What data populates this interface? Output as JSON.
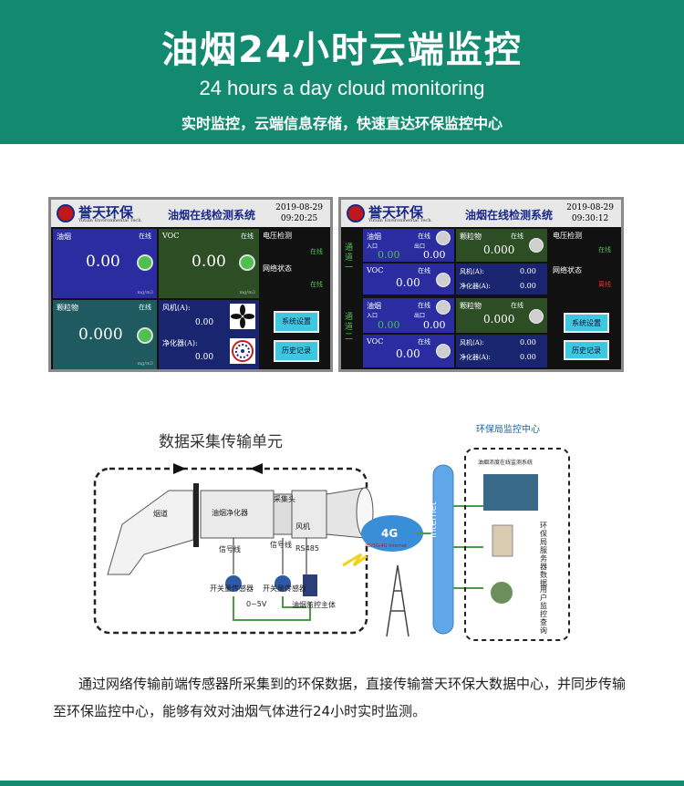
{
  "header": {
    "title": "油烟24小时云端监控",
    "subtitle_en": "24 hours a day cloud monitoring",
    "tagline": "实时监控，云端信息存储，快速直达环保监控中心"
  },
  "screen_left": {
    "brand": "誉天环保",
    "brand_sub": "Yutian Environmental Tech.",
    "system_title": "油烟在线检测系统",
    "date": "2019-08-29",
    "time": "09:20:25",
    "oil_label": "油烟",
    "oil_status": "在线",
    "oil_value": "0.00",
    "oil_unit": "mg/m3",
    "voc_label": "VOC",
    "voc_status": "在线",
    "voc_value": "0.00",
    "voc_unit": "mg/m3",
    "pm_label": "颗粒物",
    "pm_status": "在线",
    "pm_value": "0.000",
    "pm_unit": "mg/m3",
    "fan_label": "风机(A):",
    "fan_value": "0.00",
    "purifier_label": "净化器(A):",
    "purifier_value": "0.00",
    "power_label": "电压检测",
    "power_status": "在线",
    "net_label": "网络状态",
    "net_status": "在线",
    "btn_settings": "系统设置",
    "btn_history": "历史记录"
  },
  "screen_right": {
    "brand": "誉天环保",
    "brand_sub": "Yutian Environmental Tech.",
    "system_title": "油烟在线检测系统",
    "date": "2019-08-29",
    "time": "09:30:12",
    "side_label_1": "通道一",
    "side_label_2": "通道二",
    "oil_label": "油烟",
    "oil_status": "在线",
    "in_label": "入口",
    "out_label": "出口",
    "in_value": "0.00",
    "out_value": "0.00",
    "pm_label": "颗粒物",
    "pm_status": "在线",
    "pm_value": "0.000",
    "voc_label": "VOC",
    "voc_status": "在线",
    "voc_value": "0.00",
    "fan_label": "风机(A):",
    "fan_value": "0.00",
    "purifier_label": "净化器(A):",
    "purifier_value": "0.00",
    "power_label": "电压检测",
    "power_status": "在线",
    "net_label": "网络状态",
    "net_status": "离线",
    "btn_settings": "系统设置",
    "btn_history": "历史记录"
  },
  "diagram": {
    "title": "数据采集传输单元",
    "epc_title": "环保局监控中心",
    "flue": "烟道",
    "purifier": "油烟净化器",
    "collector": "采集头",
    "fan": "风机",
    "signal1": "信号线",
    "signal2": "信号线",
    "rs485": "RS485",
    "sensor1": "开关量传感器",
    "sensor2": "开关量传感器",
    "voltage": "0~5V",
    "host": "油烟监控主体",
    "net4g": "4G",
    "net_sub": "2G/3G/4G Internet",
    "internet": "Internet",
    "sys_name": "油烟浓度在线监测系统",
    "server": "环保局服务器数据",
    "user": "用户监控查询"
  },
  "paragraph": "通过网络传输前端传感器所采集到的环保数据，直接传输誉天环保大数据中心，并同步传输至环保监控中心，能够有效对油烟气体进行24小时实时监测。",
  "colors": {
    "brand_green": "#138a70",
    "oil_panel": "#2a2ca0",
    "voc_panel": "#2d4d25",
    "pm_panel": "#1e5a60"
  }
}
